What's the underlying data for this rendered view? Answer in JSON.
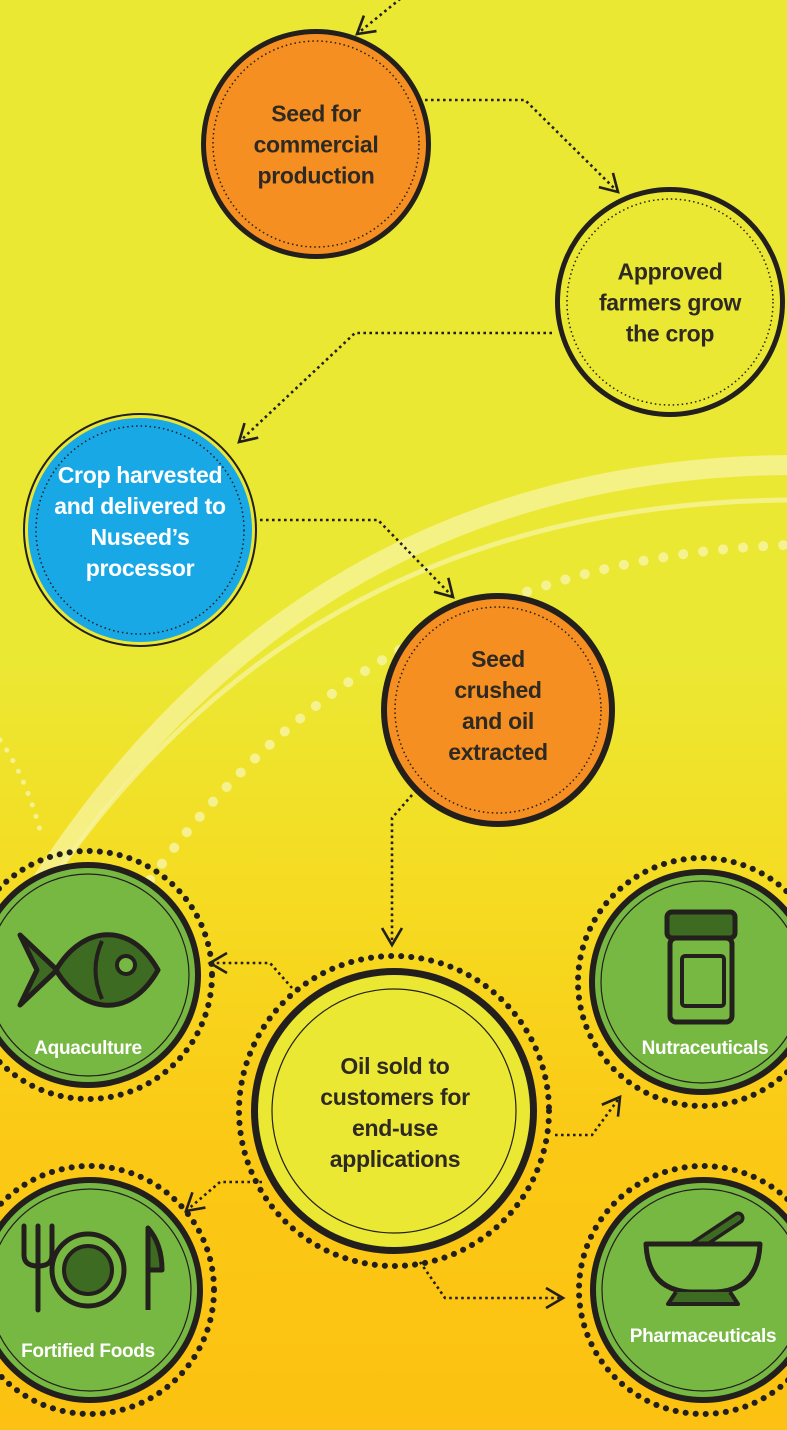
{
  "colors": {
    "background_top": "#ebe833",
    "background_bottom": "#fcc112",
    "orange": "#f58f22",
    "yellow_node": "#ebe833",
    "blue": "#19a8e6",
    "green": "#77b843",
    "outline": "#231f1c",
    "dark_green": "#3d6b22"
  },
  "steps": {
    "seed": "Seed for commercial production",
    "farmers": "Approved farmers grow the crop",
    "harvest": "Crop harvested and delivered to Nuseed’s processor",
    "crush": "Seed crushed and oil extracted",
    "oil": "Oil sold to customers for end-use applications"
  },
  "applications": {
    "aquaculture": {
      "label": "Aquaculture",
      "icon": "fish-icon"
    },
    "nutraceuticals": {
      "label": "Nutraceuticals",
      "icon": "supplement-jar-icon"
    },
    "fortified_foods": {
      "label": "Fortified Foods",
      "icon": "plate-fork-knife-icon"
    },
    "pharmaceuticals": {
      "label": "Pharmaceuticals",
      "icon": "mortar-pestle-icon"
    }
  }
}
